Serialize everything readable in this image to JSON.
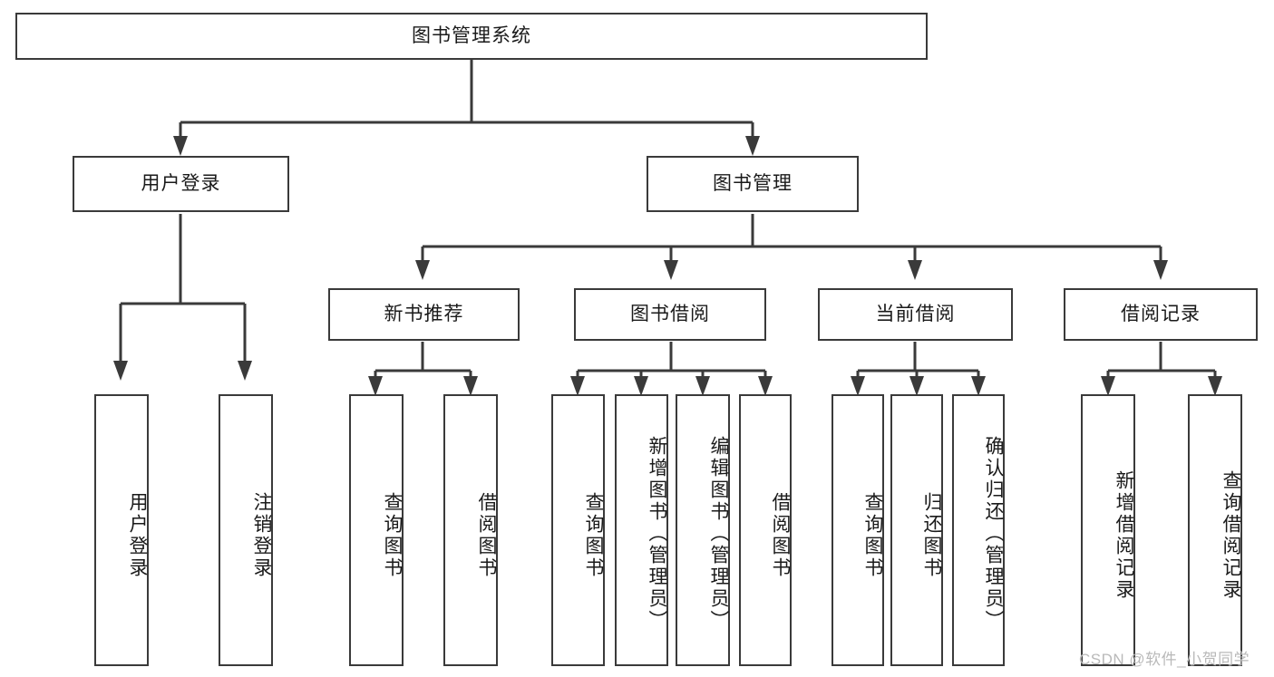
{
  "diagram": {
    "type": "tree-hierarchy",
    "title": "图书管理系统",
    "root": {
      "label": "图书管理系统"
    },
    "level1": [
      {
        "label": "用户登录"
      },
      {
        "label": "图书管理"
      }
    ],
    "level2": [
      {
        "label": "新书推荐"
      },
      {
        "label": "图书借阅"
      },
      {
        "label": "当前借阅"
      },
      {
        "label": "借阅记录"
      }
    ],
    "leaves": {
      "user_login": [
        {
          "label": "用户登录"
        },
        {
          "label": "注销登录"
        }
      ],
      "new_book_recommend": [
        {
          "label": "查询图书"
        },
        {
          "label": "借阅图书"
        }
      ],
      "book_borrow": [
        {
          "label": "查询图书"
        },
        {
          "label": "新增图书（管理员）"
        },
        {
          "label": "编辑图书（管理员）"
        },
        {
          "label": "借阅图书"
        }
      ],
      "current_borrow": [
        {
          "label": "查询图书"
        },
        {
          "label": "归还图书"
        },
        {
          "label": "确认归还（管理员）"
        }
      ],
      "borrow_record": [
        {
          "label": "新增借阅记录"
        },
        {
          "label": "查询借阅记录"
        }
      ]
    },
    "watermark": "CSDN @软件_小贺同学",
    "colors": {
      "stroke": "#3a3a3a",
      "fill": "#ffffff",
      "text": "#1a1a1a",
      "watermark": "#b9b9b9"
    }
  }
}
